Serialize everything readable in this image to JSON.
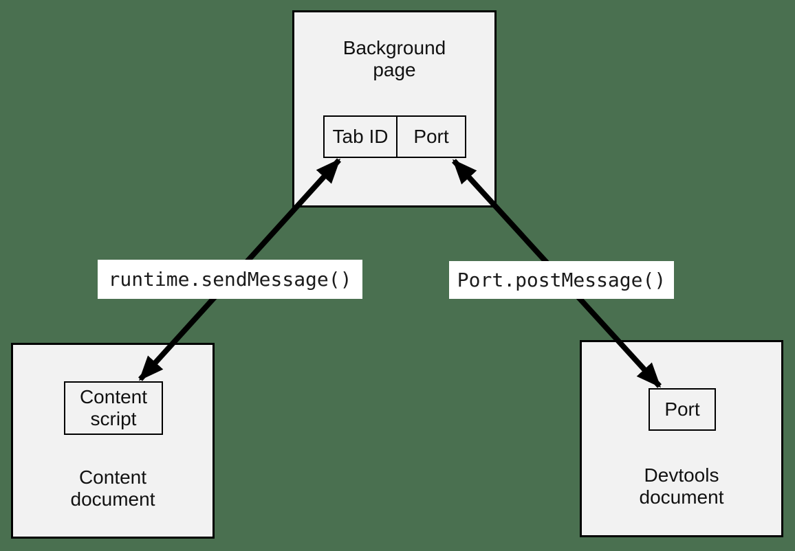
{
  "colors": {
    "page_background": "#4A7050",
    "node_fill": "#F2F2F2",
    "node_border": "#000000",
    "edge_label_background": "#FFFFFF",
    "arrow": "#000000",
    "text": "#111111"
  },
  "nodes": {
    "background_page": {
      "title": "Background\npage"
    },
    "tab_row": {
      "cells": [
        {
          "label": "Tab ID"
        },
        {
          "label": "Port"
        }
      ]
    },
    "content_document": {
      "title": "Content\ndocument"
    },
    "content_script": {
      "title": "Content\nscript"
    },
    "devtools_document": {
      "title": "Devtools\ndocument"
    },
    "devtools_port": {
      "title": "Port"
    }
  },
  "edges": [
    {
      "label": "runtime.sendMessage()",
      "from": "content_script",
      "to": "background_page_tab_id",
      "style": "bidirectional-arrow"
    },
    {
      "label": "Port.postMessage()",
      "from": "devtools_port",
      "to": "background_page_port",
      "style": "bidirectional-arrow"
    }
  ]
}
